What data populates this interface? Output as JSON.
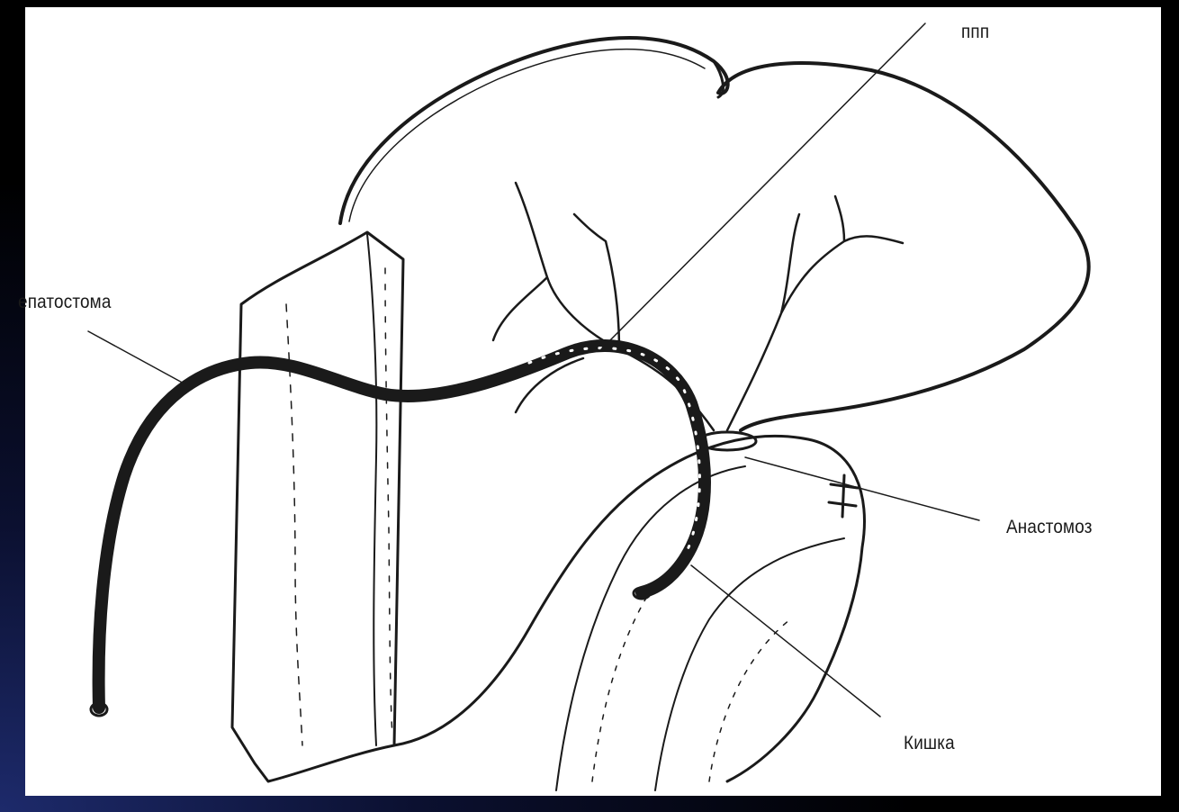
{
  "labels": {
    "hepatostoma": "епатостома",
    "anastomoz": "Анастомоз",
    "kishka": "Кишка",
    "top_cut": "ппп"
  },
  "colors": {
    "background": "#000000",
    "panel": "#ffffff",
    "ink": "#1a1a1a",
    "accent_glow": "#1d2a6b"
  }
}
